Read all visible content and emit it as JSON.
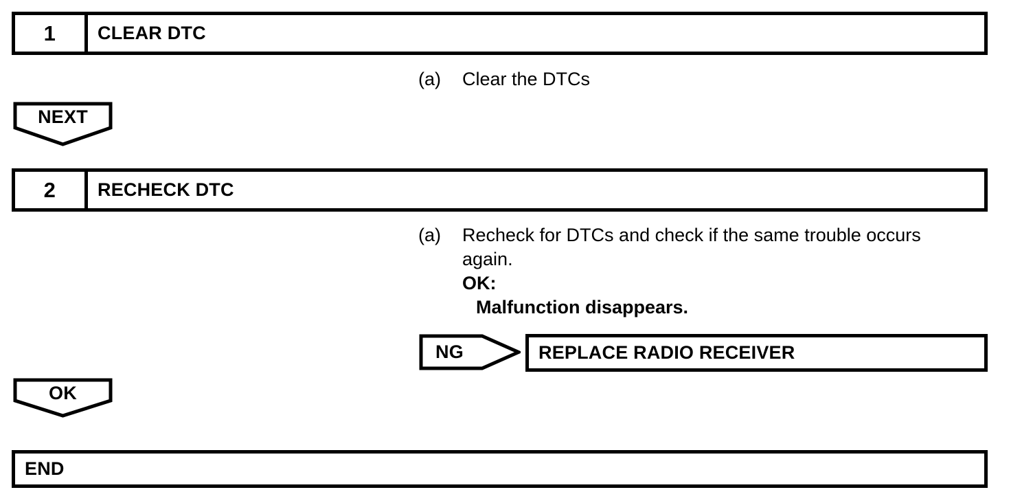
{
  "document": {
    "type": "diagnostic-troubleshooting-flowchart",
    "title": "Radio Receiver DTC Troubleshooting Flow"
  },
  "steps": [
    {
      "number": "1",
      "title": "CLEAR DTC",
      "instruction": {
        "marker": "(a)",
        "lines": [
          {
            "text": "Clear the DTCs",
            "bold": false,
            "indent": false
          }
        ]
      }
    },
    {
      "number": "2",
      "title": "RECHECK DTC",
      "instruction": {
        "marker": "(a)",
        "lines": [
          {
            "text": "Recheck for DTCs and check if the same trouble occurs",
            "bold": false,
            "indent": false
          },
          {
            "text": "again.",
            "bold": false,
            "indent": false
          },
          {
            "text": "OK:",
            "bold": true,
            "indent": false
          },
          {
            "text": "Malfunction disappears.",
            "bold": true,
            "indent": true
          }
        ]
      }
    }
  ],
  "connectors": {
    "next": {
      "label": "NEXT",
      "direction": "down"
    },
    "ng": {
      "label": "NG",
      "direction": "right"
    },
    "ok": {
      "label": "OK",
      "direction": "down"
    }
  },
  "results": {
    "replace": "REPLACE RADIO RECEIVER",
    "end": "END"
  },
  "colors": {
    "line": "#000000",
    "background": "#ffffff",
    "text": "#000000"
  }
}
